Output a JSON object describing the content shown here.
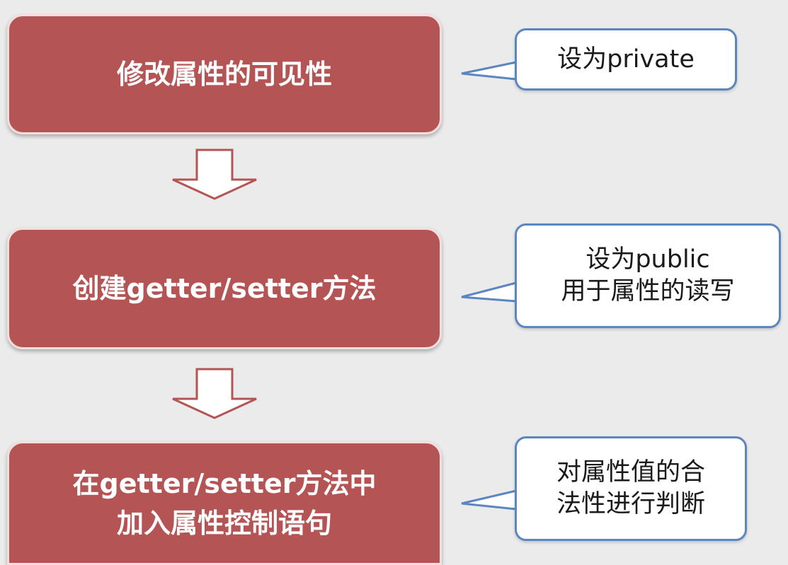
{
  "steps": [
    {
      "lines": [
        "修改属性的可见性"
      ]
    },
    {
      "lines": [
        "创建getter/setter方法"
      ]
    },
    {
      "lines": [
        "在getter/setter方法中",
        "加入属性控制语句"
      ]
    }
  ],
  "notes": [
    {
      "lines": [
        "设为private"
      ]
    },
    {
      "lines": [
        "设为public",
        "用于属性的读写"
      ]
    },
    {
      "lines": [
        "对属性值的合",
        "法性进行判断"
      ]
    }
  ],
  "colors": {
    "background": "#ebebeb",
    "step_fill": "#b55454",
    "step_border": "#f4dede",
    "note_border": "#5b86c0",
    "arrow_stroke": "#b55454"
  }
}
